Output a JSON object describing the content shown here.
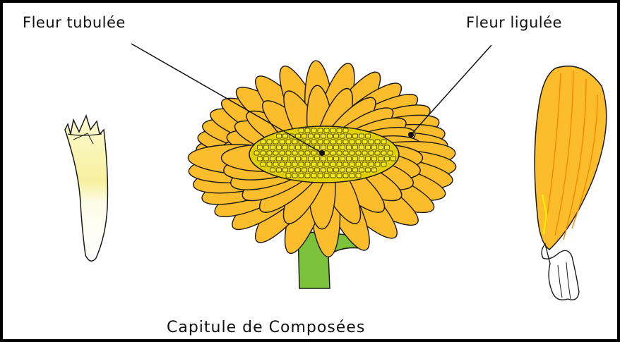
{
  "labels": {
    "tubular_flower": "Fleur tubulée",
    "ligulate_flower": "Fleur ligulée",
    "caption": "Capitule de Composées"
  },
  "colors": {
    "petal": "#fbbd2b",
    "petal_outline": "#1a1a1a",
    "disc": "#e8d400",
    "disc_cell": "#f4e820",
    "stem": "#7cc23a",
    "ligule_vein": "#f08a00",
    "tubule_pale": "#fdfbe0",
    "tubule_yellow": "#f5ee9a"
  }
}
